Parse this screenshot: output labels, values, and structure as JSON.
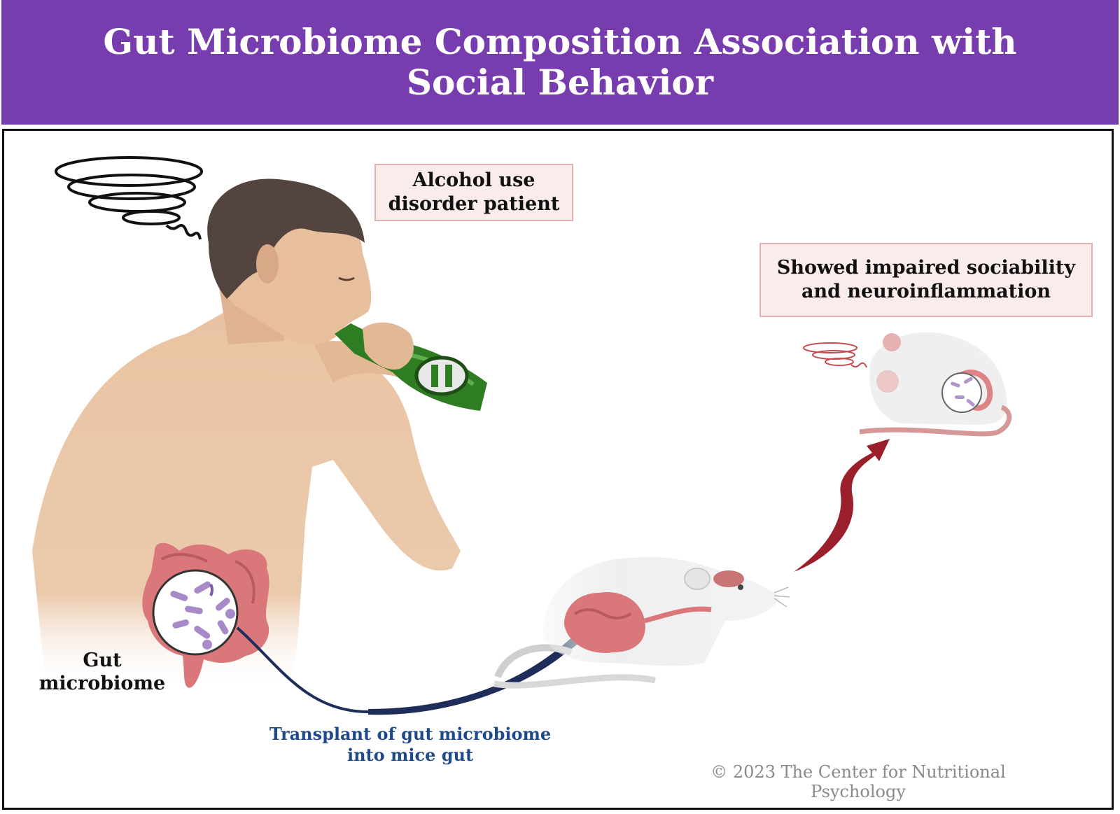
{
  "header": {
    "title": "Gut Microbiome Composition Association with Social Behavior"
  },
  "labels": {
    "patient": "Alcohol use disorder patient",
    "result": "Showed impaired sociability and neuroinflammation",
    "gut_microbiome": "Gut microbiome",
    "transplant": "Transplant of gut microbiome into mice gut"
  },
  "footer": {
    "copyright": "© 2023 The Center for Nutritional Psychology"
  },
  "colors": {
    "header_bg": "#773cae",
    "transplant_arrow": "#1e2d5a",
    "result_arrow": "#9b1f2a",
    "callout_bg": "#fbecec",
    "callout_border": "#e2b1b1",
    "bottle": "#2e7d22",
    "intestine": "#d9777a",
    "bacteria": "#a98ac9"
  },
  "icons": {
    "person": "man-drinking-illustration",
    "bottle": "beer-bottle-icon",
    "dizzy": "dizzy-spiral-icon",
    "gut": "intestine-icon",
    "magnifier": "bacteria-magnifier-icon",
    "mouse_recipient": "mouse-illustration",
    "mouse_result": "sick-mouse-illustration"
  }
}
